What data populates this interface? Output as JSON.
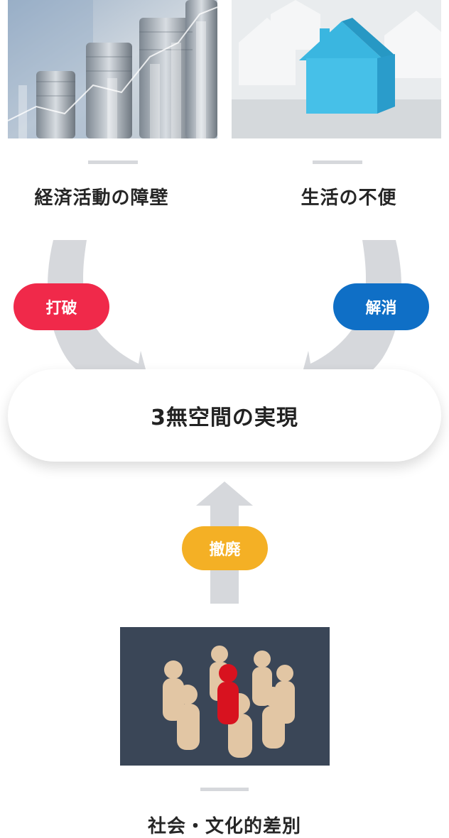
{
  "colors": {
    "arrow": "#d6d8dc",
    "red": "#f0294a",
    "blue": "#0f6fc6",
    "yellow": "#f4b025"
  },
  "top_left": {
    "title": "経済活動の障壁",
    "image": "coin-stacks-photo"
  },
  "top_right": {
    "title": "生活の不便",
    "image": "blue-house-photo"
  },
  "bottom": {
    "title": "社会・文化的差別",
    "image": "wooden-figures-photo"
  },
  "center": {
    "label": "3無空間の実現"
  },
  "badges": {
    "left": "打破",
    "right": "解消",
    "bottom": "撤廃"
  }
}
